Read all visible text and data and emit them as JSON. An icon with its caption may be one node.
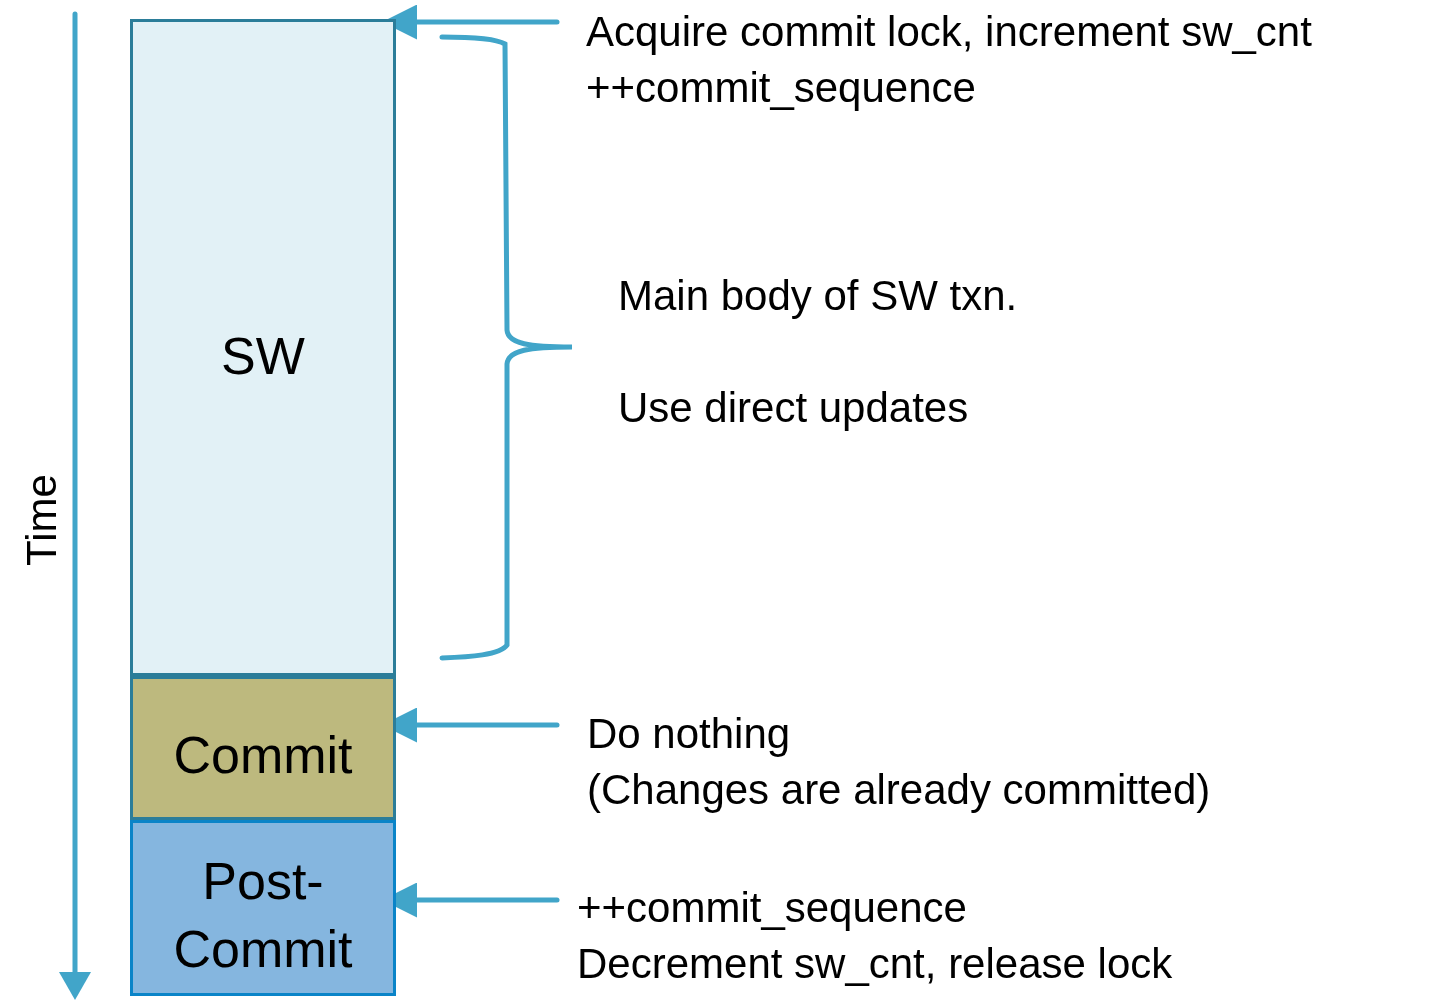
{
  "diagram": {
    "nodes": [
      {
        "text": [
          "SW"
        ]
      },
      {
        "text": [
          "Commit"
        ]
      },
      {
        "text": [
          "Post- Commit"
        ]
      },
      {
        "text": [
          "Acquire commit lock, increment sw_cnt",
          "++commit_sequence"
        ]
      },
      {
        "text": [
          "Main body of SW txn.",
          "Use direct updates"
        ]
      },
      {
        "text": [
          "Do nothing",
          "(Changes are already committed)"
        ]
      },
      {
        "text": [
          "++commit_sequence",
          "Decrement sw_cnt, release lock"
        ]
      }
    ],
    "edges": [
      {
        "from": 3,
        "to": 0,
        "arrow": "to"
      },
      {
        "from": 5,
        "to": 1,
        "arrow": "to"
      },
      {
        "from": 6,
        "to": 2,
        "arrow": "to"
      }
    ],
    "labels": [
      "Time"
    ]
  }
}
